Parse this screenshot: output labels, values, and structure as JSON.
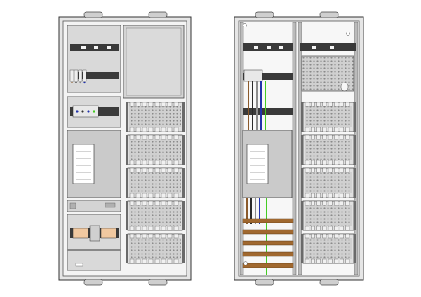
{
  "drawing": {
    "views": [
      {
        "name": "front-view-with-covers"
      },
      {
        "name": "open-view-with-wiring"
      }
    ],
    "colors": {
      "cabinet_frame": "#d9d9d9",
      "panel_gray": "#c8c8c8",
      "module_body": "#d3d3d3",
      "din_rail": "#3a3a3a",
      "busbar_copper": "#a0682f",
      "wire_brown": "#8b5a2b",
      "wire_black": "#2a2a2a",
      "wire_gray": "#8c8c8c",
      "wire_blue": "#2233aa",
      "wire_green_yellow": "#44cc22",
      "outline": "#333333"
    },
    "left": {
      "top_rail_count": 2,
      "covered_module_rows": 5,
      "breaker_count": 4
    },
    "right": {
      "top_rail_count": 3,
      "module_rows": 5,
      "busbar_count": 5,
      "wire_pairs": 4
    }
  }
}
